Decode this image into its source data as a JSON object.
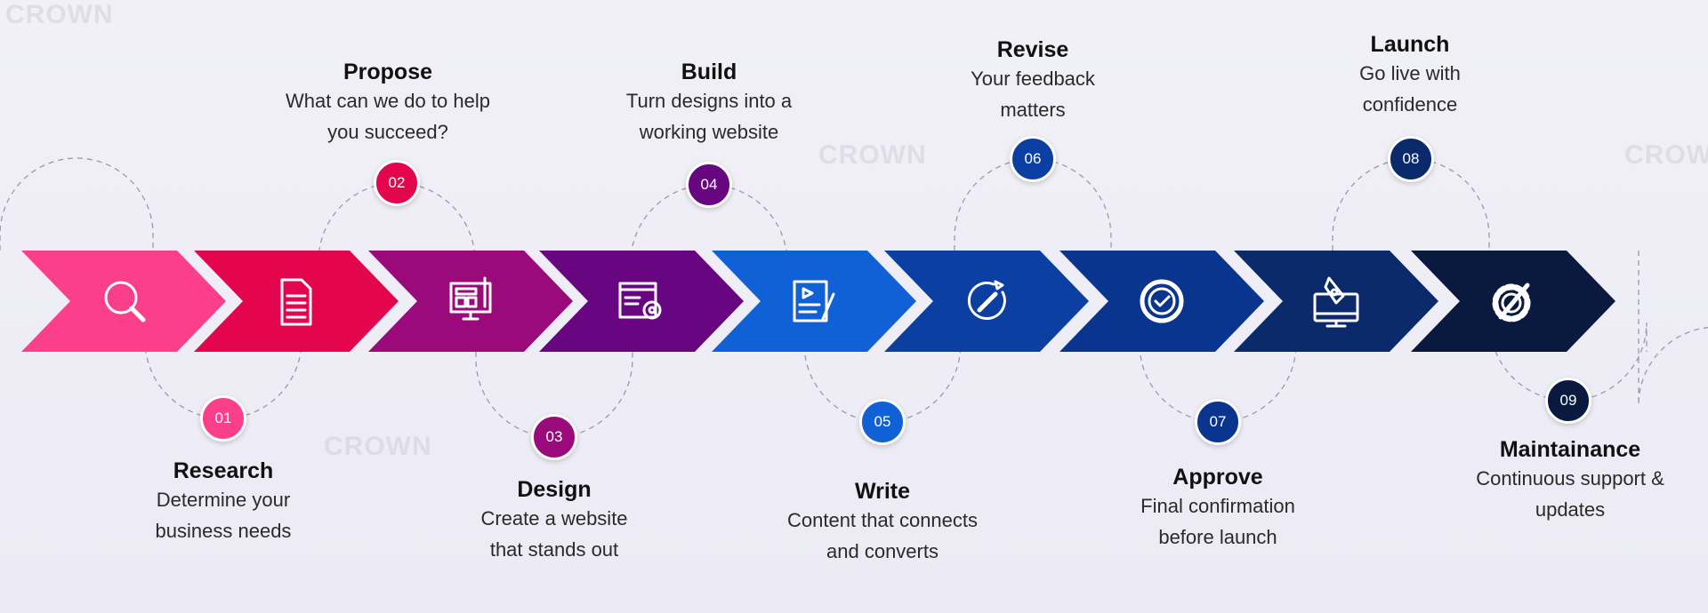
{
  "watermark": "CROWN",
  "steps": [
    {
      "num": "01",
      "title": "Research",
      "desc": [
        "Determine your",
        "business needs"
      ],
      "color": "#fb3f8a",
      "icon": "magnifier-icon"
    },
    {
      "num": "02",
      "title": "Propose",
      "desc": [
        "What can we do to help",
        "you succeed?"
      ],
      "color": "#e3064f",
      "icon": "document-icon"
    },
    {
      "num": "03",
      "title": "Design",
      "desc": [
        "Create a website",
        "that stands out"
      ],
      "color": "#9a0a7b",
      "icon": "design-monitor-icon"
    },
    {
      "num": "04",
      "title": "Build",
      "desc": [
        "Turn designs into a",
        "working website"
      ],
      "color": "#680580",
      "icon": "code-window-icon"
    },
    {
      "num": "05",
      "title": "Write",
      "desc": [
        "Content that connects",
        "and converts"
      ],
      "color": "#1060d6",
      "icon": "content-writing-icon"
    },
    {
      "num": "06",
      "title": "Revise",
      "desc": [
        "Your feedback",
        "matters"
      ],
      "color": "#0b40a2",
      "icon": "revise-pencil-icon"
    },
    {
      "num": "07",
      "title": "Approve",
      "desc": [
        "Final confirmation",
        "before launch"
      ],
      "color": "#0a358f",
      "icon": "approval-badge-icon"
    },
    {
      "num": "08",
      "title": "Launch",
      "desc": [
        "Go live with",
        "confidence"
      ],
      "color": "#0b2a6c",
      "icon": "rocket-monitor-icon"
    },
    {
      "num": "09",
      "title": "Maintainance",
      "desc": [
        "Continuous support &",
        "updates"
      ],
      "color": "#0a1a3e",
      "icon": "gear-wrench-icon"
    }
  ]
}
